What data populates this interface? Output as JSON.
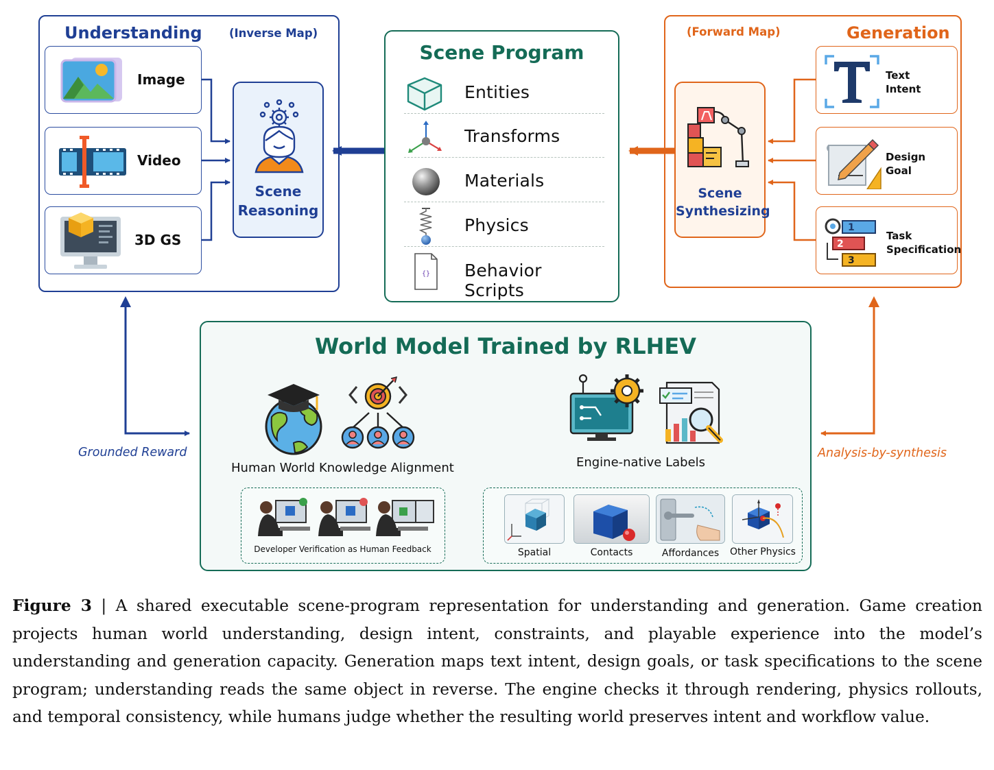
{
  "understanding": {
    "title": "Understanding",
    "subtitle": "(Inverse Map)",
    "inputs": [
      {
        "label": "Image",
        "icon": "image-icon"
      },
      {
        "label": "Video",
        "icon": "video-icon"
      },
      {
        "label": "3D GS",
        "icon": "3d-gs-icon"
      }
    ],
    "reasoning": {
      "line1": "Scene",
      "line2": "Reasoning",
      "icon": "head-gears-icon"
    },
    "color": "#1f3f94"
  },
  "scene_program": {
    "title": "Scene Program",
    "items": [
      {
        "label": "Entities",
        "icon": "cube-icon"
      },
      {
        "label": "Transforms",
        "icon": "axes-icon"
      },
      {
        "label": "Materials",
        "icon": "sphere-icon"
      },
      {
        "label": "Physics",
        "icon": "spring-icon"
      },
      {
        "label": "Behavior Scripts",
        "icon": "script-file-icon"
      }
    ],
    "color": "#146b56"
  },
  "generation": {
    "title": "Generation",
    "subtitle": "(Forward Map)",
    "inputs": [
      {
        "line1": "Text",
        "line2": "Intent",
        "icon": "text-t-icon"
      },
      {
        "line1": "Design",
        "line2": "Goal",
        "icon": "design-pencil-icon"
      },
      {
        "line1": "Task",
        "line2": "Specification",
        "icon": "task-list-icon"
      }
    ],
    "synthesizing": {
      "line1": "Scene",
      "line2": "Synthesizing",
      "icon": "robot-arm-blocks-icon"
    },
    "color": "#e0651a"
  },
  "world_model": {
    "title": "World Model Trained by RLHEV",
    "alignment_label": "Human World Knowledge Alignment",
    "developer_label": "Developer Verification as Human Feedback",
    "engine_label": "Engine-native Labels",
    "label_types": [
      "Spatial",
      "Contacts",
      "Affordances",
      "Other Physics"
    ],
    "color": "#146b56"
  },
  "arrows": {
    "left_label": "Grounded Reward",
    "right_label": "Analysis-by-synthesis"
  },
  "caption": {
    "prefix": "Figure 3",
    "text": " | A shared executable scene-program representation for understanding and generation. Game creation projects human world understanding, design intent, constraints, and playable experience into the model’s understanding and generation capacity. Generation maps text intent, design goals, or task specifications to the scene program; understanding reads the same object in reverse. The engine checks it through rendering, physics rollouts, and temporal consistency, while humans judge whether the resulting world preserves intent and workflow value."
  }
}
